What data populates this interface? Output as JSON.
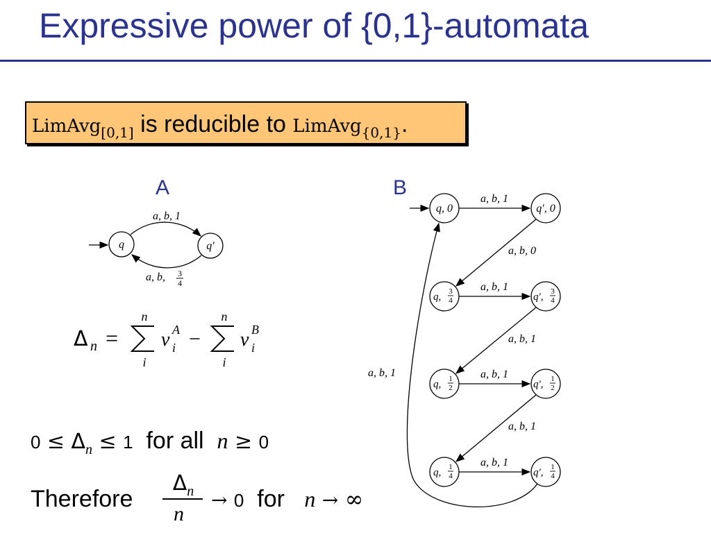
{
  "slide": {
    "title": "Expressive power of {0,1}-automata",
    "callout": {
      "op": "LimAvg",
      "sub_left": "[0,1]",
      "middle": " is reducible to ",
      "sub_right": "{0,1}",
      "end": "."
    },
    "label_a": "A",
    "label_b": "B",
    "automaton_a": {
      "states": [
        "q",
        "q′"
      ],
      "top_edge": "a, b, 1",
      "bottom_edge_prefix": "a, b, ",
      "bottom_edge_num": "3",
      "bottom_edge_den": "4"
    },
    "formula": {
      "lhs": "Δ",
      "lhs_sub": "n",
      "eq": "=",
      "sum_top": "n",
      "sum_bottom": "i",
      "term1": "v",
      "term1_sup": "A",
      "term1_sub": "i",
      "minus": "−",
      "term2": "v",
      "term2_sup": "B",
      "term2_sub": "i"
    },
    "inequality": {
      "zero": "0",
      "le": "≤",
      "delta": "Δ",
      "sub": "n",
      "one": "1",
      "text": "for all",
      "n": "n",
      "ge": "≥",
      "zero2": "0"
    },
    "conclusion": {
      "text1": "Therefore",
      "num": "Δ",
      "num_sub": "n",
      "den": "n",
      "arrow": "→",
      "zero": "0",
      "text2": "for",
      "n": "n",
      "inf": "∞"
    },
    "automaton_b": {
      "rows": [
        {
          "left": "q, 0",
          "right": "q′, 0",
          "edge": "a, b, 1"
        },
        {
          "left_prefix": "q, ",
          "right_prefix": "q′, ",
          "num": "3",
          "den": "4",
          "edge": "a, b, 1"
        },
        {
          "left_prefix": "q, ",
          "right_prefix": "q′, ",
          "num": "1",
          "den": "2",
          "edge": "a, b, 1"
        },
        {
          "left_prefix": "q, ",
          "right_prefix": "q′, ",
          "num": "1",
          "den": "4",
          "edge": "a, b, 1"
        }
      ],
      "diag_labels": [
        "a, b, 0",
        "a, b, 1",
        "a, b, 1"
      ],
      "loop_label": "a, b, 1"
    }
  }
}
